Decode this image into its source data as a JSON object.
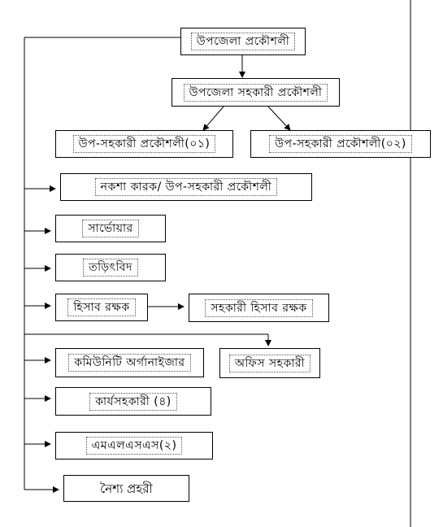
{
  "nodes": {
    "upazila_engineer": "উপজেলা প্রকৌশলী",
    "assistant_engineer": "উপজেলা সহকারী প্রকৌশলী",
    "sub_assistant_engineer_1": "উপ-সহকারী প্রকৌশলী(০১)",
    "sub_assistant_engineer_2": "উপ-সহকারী প্রকৌশলী(০২)",
    "draftsman": "নকশা কারক/ উপ-সহকারী প্রকৌশলী",
    "surveyor": "সার্ভোয়ার",
    "electrician": "তড়িৎবিদ",
    "accountant": "হিসাব রক্ষক",
    "assistant_accountant": "সহকারী হিসাব রক্ষক",
    "community_organizer": "কমিউনিটি অর্গানাইজার",
    "office_assistant": "অফিস সহকারী",
    "work_assistant": "কার্যসহকারী (৪)",
    "mlss": "এমএলএসএস(২)",
    "night_guard": "নৈশ্য প্রহরী"
  }
}
